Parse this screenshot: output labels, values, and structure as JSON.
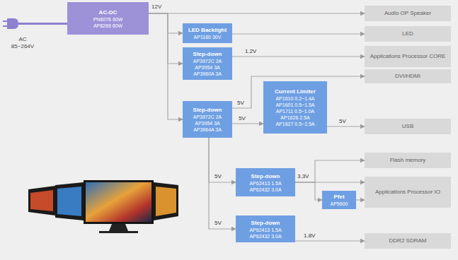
{
  "diagram": {
    "nodes": [
      {
        "text": [
          "AC-DC",
          "PN6076 60W",
          "AP8268 60W"
        ]
      },
      {
        "text": [
          "Audio OP Speaker"
        ]
      },
      {
        "text": [
          "LED Backlight",
          "AP1160 30V"
        ]
      },
      {
        "text": [
          "LED"
        ]
      },
      {
        "text": [
          "Step-down",
          "AP3972C 2A",
          "AP3954 3A",
          "AP3960A 3A"
        ]
      },
      {
        "text": [
          "Applications Processor CORE"
        ]
      },
      {
        "text": [
          "DVI/HDMI"
        ]
      },
      {
        "text": [
          "Step-down",
          "AP3972C 2A",
          "AP3954 3A",
          "AP3964A 3A"
        ]
      },
      {
        "text": [
          "Current Limiter",
          "AP1610 0.2~1.4A",
          "AP1601 0.5~1.5A",
          "AP1711 0.5~1.0A",
          "AP1626 2.5A",
          "AP1627 0.5~2.5A"
        ]
      },
      {
        "text": [
          "USB"
        ]
      },
      {
        "text": [
          "Step-down",
          "AP62413 1.5A",
          "AP62432 3.0A"
        ]
      },
      {
        "text": [
          "Flash memory"
        ]
      },
      {
        "text": [
          "Pfet",
          "AP5600"
        ]
      },
      {
        "text": [
          "Applications Processor IO"
        ]
      },
      {
        "text": [
          "Step-down",
          "AP62413 1.5A",
          "AP62432 3.0A"
        ]
      },
      {
        "text": [
          "DDR2 SDRAM"
        ]
      }
    ],
    "edges": [
      {
        "from": 0,
        "to": 1,
        "arrow": "to"
      },
      {
        "from": 0,
        "to": 2,
        "arrow": "to"
      },
      {
        "from": 0,
        "to": 4,
        "arrow": "to"
      },
      {
        "from": 0,
        "to": 7,
        "arrow": "to"
      },
      {
        "from": 2,
        "to": 3,
        "arrow": "to"
      },
      {
        "from": 4,
        "to": 5,
        "label": "1.2V",
        "arrow": "to"
      },
      {
        "from": 7,
        "to": 6,
        "label": "5V",
        "arrow": "to"
      },
      {
        "from": 7,
        "to": 8,
        "label": "5V",
        "arrow": "to"
      },
      {
        "from": 8,
        "to": 9,
        "label": "5V",
        "arrow": "to"
      },
      {
        "from": 7,
        "to": 10,
        "label": "5V",
        "arrow": "to"
      },
      {
        "from": 7,
        "to": 14,
        "label": "5V",
        "arrow": "to"
      },
      {
        "from": 10,
        "to": 11,
        "label": "3.3V",
        "arrow": "to"
      },
      {
        "from": 10,
        "to": 13,
        "arrow": "to"
      },
      {
        "from": 10,
        "to": 12,
        "arrow": "to"
      },
      {
        "from": 12,
        "to": 13,
        "arrow": "to"
      },
      {
        "from": 14,
        "to": 15,
        "label": "1.8V",
        "arrow": "to"
      }
    ],
    "labels": [
      "AC 85~264V",
      "12V"
    ]
  }
}
